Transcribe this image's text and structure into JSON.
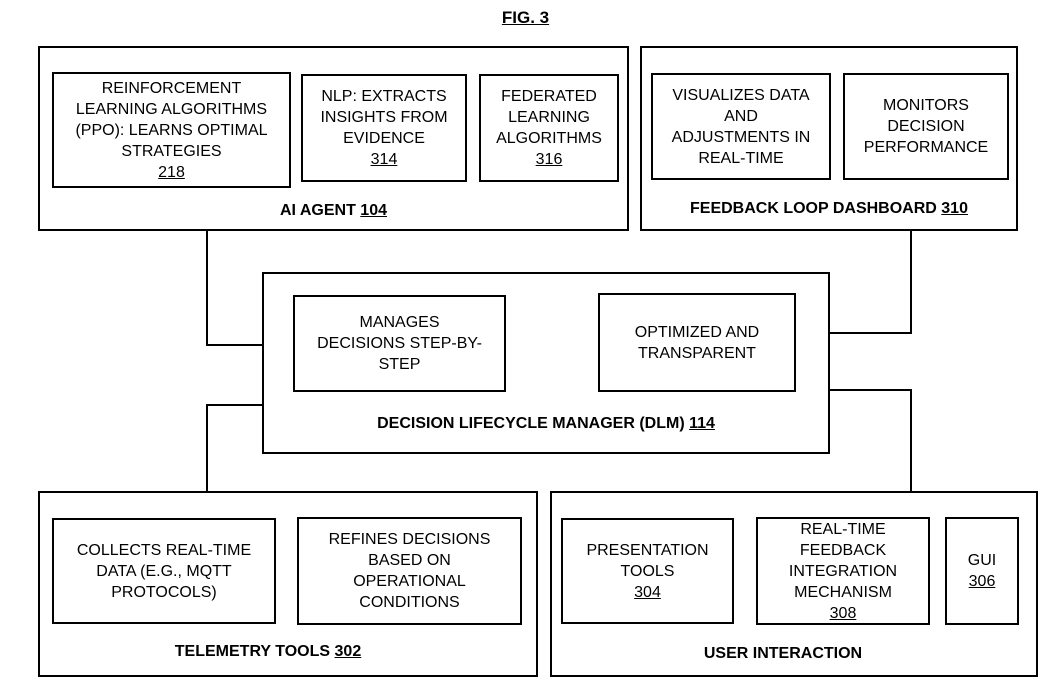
{
  "figure": {
    "label": "FIG. 3"
  },
  "ai_agent": {
    "title": "AI AGENT",
    "ref": "104",
    "boxes": [
      {
        "text": "REINFORCEMENT\nLEARNING ALGORITHMS\n(PPO): LEARNS OPTIMAL\nSTRATEGIES",
        "ref": "218"
      },
      {
        "text": "NLP: EXTRACTS\nINSIGHTS FROM\nEVIDENCE",
        "ref": "314"
      },
      {
        "text": "FEDERATED\nLEARNING\nALGORITHMS",
        "ref": "316"
      }
    ]
  },
  "feedback_dashboard": {
    "title": "FEEDBACK LOOP DASHBOARD",
    "ref": "310",
    "boxes": [
      {
        "text": "VISUALIZES DATA\nAND\nADJUSTMENTS IN\nREAL-TIME"
      },
      {
        "text": "MONITORS\nDECISION\nPERFORMANCE"
      }
    ]
  },
  "dlm": {
    "title": "DECISION LIFECYCLE MANAGER (DLM)",
    "ref": "114",
    "boxes": [
      {
        "text": "MANAGES\nDECISIONS STEP-BY-\nSTEP"
      },
      {
        "text": "OPTIMIZED AND\nTRANSPARENT"
      }
    ]
  },
  "telemetry": {
    "title": "TELEMETRY TOOLS",
    "ref": "302",
    "boxes": [
      {
        "text": "COLLECTS REAL-TIME\nDATA (E.G., MQTT\nPROTOCOLS)"
      },
      {
        "text": "REFINES DECISIONS\nBASED ON\nOPERATIONAL\nCONDITIONS"
      }
    ]
  },
  "user_interaction": {
    "title": "USER INTERACTION",
    "boxes": [
      {
        "text": "PRESENTATION\nTOOLS",
        "ref": "304"
      },
      {
        "text": "REAL-TIME\nFEEDBACK\nINTEGRATION\nMECHANISM",
        "ref": "308"
      },
      {
        "text": "GUI",
        "ref": "306"
      }
    ]
  }
}
